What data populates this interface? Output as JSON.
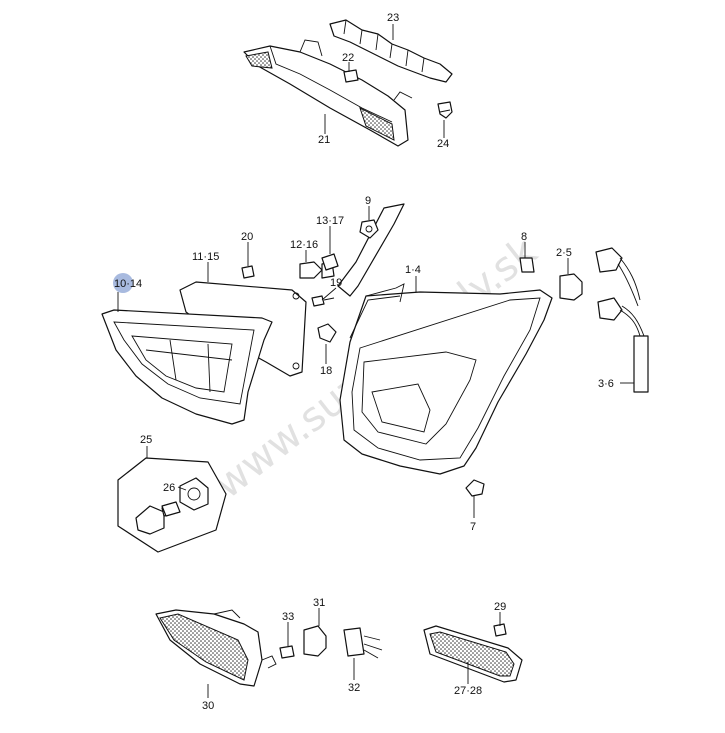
{
  "watermark": "www.suzuki-diely.sk",
  "callouts": {
    "c21": "21",
    "c22": "22",
    "c23": "23",
    "c24": "24",
    "c9": "9",
    "c13_17": "13·17",
    "c8": "8",
    "c2_5": "2·5",
    "c20": "20",
    "c12_16": "12·16",
    "c11_15": "11·15",
    "c19": "19",
    "c1_4": "1·4",
    "c10_14": "10·14",
    "c18": "18",
    "c3_6": "3·6",
    "c25": "25",
    "c26": "26",
    "c7": "7",
    "c29": "29",
    "c31": "31",
    "c33": "33",
    "c30": "30",
    "c32": "32",
    "c27_28": "27·28"
  },
  "colors": {
    "line": "#111111",
    "highlight": "#9fb2dc",
    "watermark": "#c9c9c9"
  }
}
